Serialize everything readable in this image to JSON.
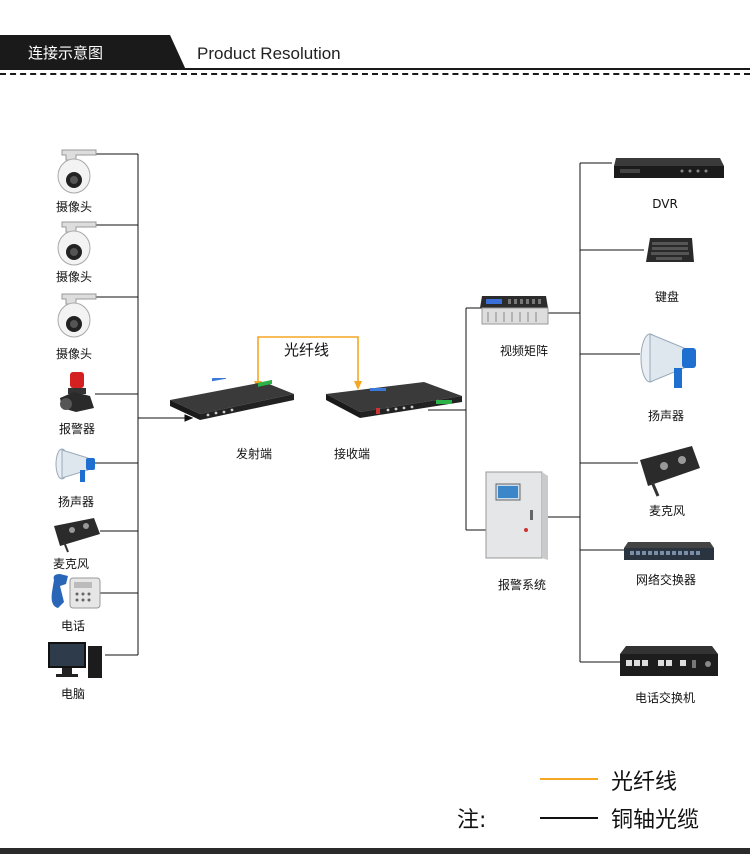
{
  "header": {
    "section_cn": "连接示意图",
    "section_en": "Product Resolution"
  },
  "left_devices": [
    "摄像头",
    "摄像头",
    "摄像头",
    "报警器",
    "扬声器",
    "麦克风",
    "电话",
    "电脑"
  ],
  "center": {
    "transmitter": "发射端",
    "receiver": "接收端",
    "fiber_label": "光纤线"
  },
  "mid_devices": {
    "matrix": "视频矩阵",
    "alarm_system": "报警系统"
  },
  "right_devices": [
    "DVR",
    "键盘",
    "扬声器",
    "麦克风",
    "网络交换器",
    "电话交换机"
  ],
  "legend": {
    "note": "注:",
    "fiber": "光纤线",
    "coax": "铜轴光缆",
    "fiber_color": "#f5a623",
    "coax_color": "#111111"
  }
}
